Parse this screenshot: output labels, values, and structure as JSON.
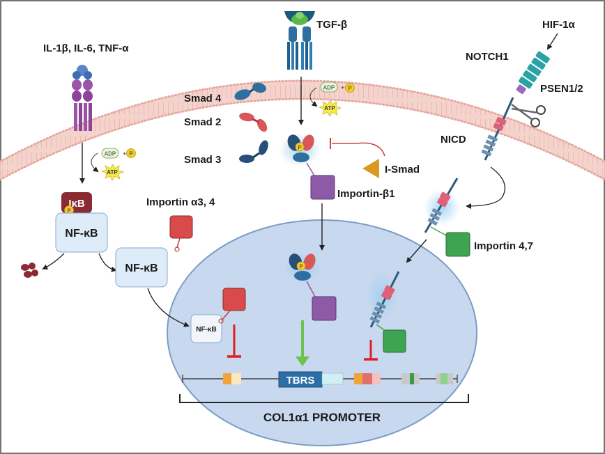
{
  "labels": {
    "cytokines": "IL-1β, IL-6, TNF-α",
    "tgf": "TGF-β",
    "hif": "HIF-1α",
    "notch1": "NOTCH1",
    "psen": "PSEN1/2",
    "nicd": "NICD",
    "smad4": "Smad 4",
    "smad2": "Smad 2",
    "smad3": "Smad 3",
    "ismad": "I-Smad",
    "importin_b1": "Importin-β1",
    "importin_a34": "Importin α3, 4",
    "importin_47": "Importin 4,7",
    "ikb": "IκB",
    "nfkb_cyto": "NF-κB",
    "nfkb_bound": "NF-κB",
    "nfkb_nuc": "NF-κB",
    "tbrs": "TBRS",
    "promoter": "COL1α1 PROMOTER",
    "adp_left": "ADP",
    "adp_tgf": "ADP",
    "atp_left": "ATP",
    "atp_tgf": "ATP",
    "p": "P",
    "plus": "+"
  },
  "colors": {
    "membrane": "#f2c9c3",
    "nucleus": "#c9d9ee",
    "nfkb_box": "#deebf8",
    "ikb": "#8a2a32",
    "importin_alpha": "#d94b4b",
    "importin_beta": "#8d5aa8",
    "importin_47": "#3fa452",
    "smad4": "#2f6fa0",
    "smad2": "#d8585a",
    "smad3": "#274f7a",
    "ismad": "#d99a24",
    "notch": "#2aa2a6",
    "receptor_purple": "#9b54a6",
    "inhibit": "#e02020",
    "activate": "#6cc24a"
  },
  "icons": [
    "scissors-icon",
    "phosphate-icon",
    "atp-burst-icon",
    "proteasome-icon"
  ]
}
